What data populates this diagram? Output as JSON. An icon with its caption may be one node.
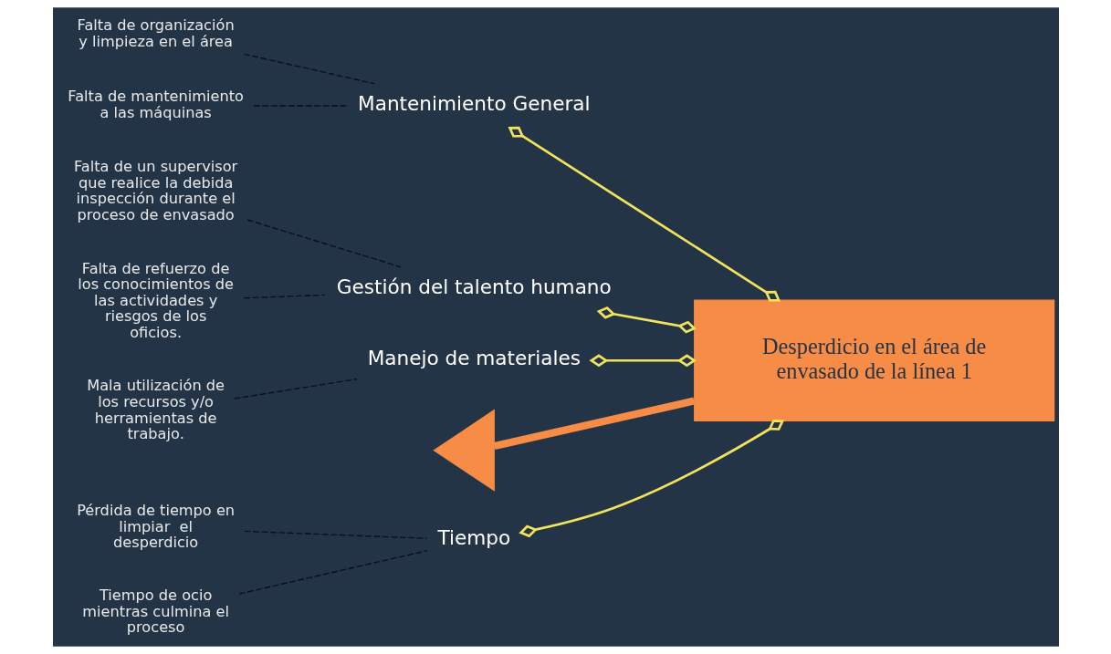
{
  "diagram": {
    "nodes": [
      {
        "text": [
          "Tiempo"
        ]
      },
      {
        "text": [
          "Pérdida de tiempo en limpiar  el desperdicio"
        ]
      },
      {
        "text": [
          "Tiempo de ocio mientras culmina el proceso"
        ]
      },
      {
        "text": [
          "Mantenimiento General"
        ]
      },
      {
        "text": [
          "Falta de organización y limpieza en el área"
        ]
      },
      {
        "text": [
          "Falta de mantenimiento a las máquinas"
        ]
      },
      {
        "text": [
          "Gestión del talento humano"
        ]
      },
      {
        "text": [
          "Falta de un supervisor que realice la debida inspección durante el proceso de envasado"
        ]
      },
      {
        "text": [
          "Falta de refuerzo de los conocimientos de las actividades y riesgos de los oficios."
        ]
      },
      {
        "text": [
          "Manejo de materiales"
        ]
      },
      {
        "text": [
          "Mala utilización de los recursos y/o herramientas de trabajo."
        ]
      },
      {
        "text": [],
        "shape": "triangle"
      },
      {
        "text": [
          "Desperdicio en el área de envasado de la línea 1"
        ]
      }
    ],
    "edges": [
      {
        "from": 1,
        "to": 0,
        "arrow": "none",
        "style": "dashed"
      },
      {
        "from": 2,
        "to": 0,
        "arrow": "none",
        "style": "dashed"
      },
      {
        "from": 4,
        "to": 3,
        "arrow": "none",
        "style": "dashed"
      },
      {
        "from": 5,
        "to": 3,
        "arrow": "none",
        "style": "dashed"
      },
      {
        "from": 7,
        "to": 6,
        "arrow": "none",
        "style": "dashed"
      },
      {
        "from": 8,
        "to": 6,
        "arrow": "none",
        "style": "dashed"
      },
      {
        "from": 10,
        "to": 9,
        "arrow": "none",
        "style": "dashed"
      },
      {
        "from": 0,
        "to": 12,
        "arrow": "other",
        "color": "#f2e35c"
      },
      {
        "from": 3,
        "to": 12,
        "arrow": "other",
        "color": "#f2e35c"
      },
      {
        "from": 6,
        "to": 12,
        "arrow": "other",
        "color": "#f2e35c"
      },
      {
        "from": 9,
        "to": 12,
        "arrow": "other",
        "color": "#f2e35c"
      },
      {
        "from": 11,
        "to": 12,
        "arrow": "none",
        "style": "thick",
        "color": "#f68c45"
      }
    ]
  }
}
